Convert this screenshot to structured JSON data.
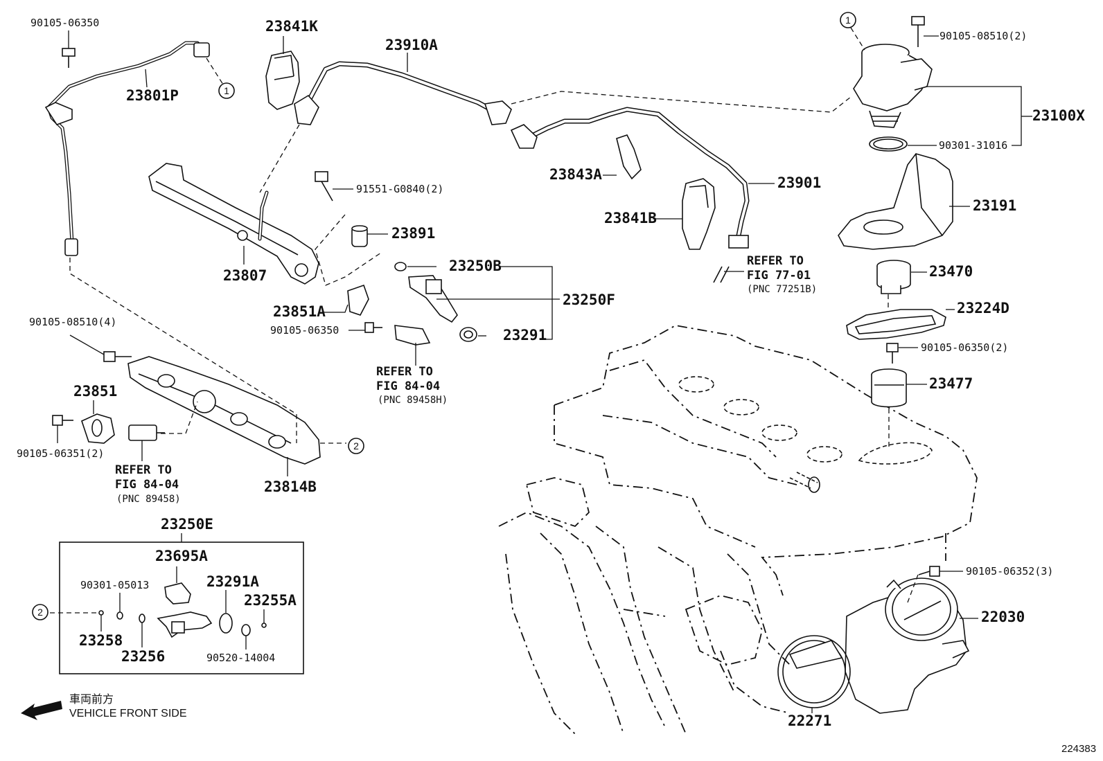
{
  "figure_number": "224383",
  "direction": {
    "japanese": "車両前方",
    "english": "VEHICLE FRONT SIDE"
  },
  "callouts": {
    "c1": "1",
    "c2": "2"
  },
  "parts": {
    "p_90105_06350_top": "90105-06350",
    "p_23801P": "23801P",
    "p_23841K": "23841K",
    "p_23910A": "23910A",
    "p_90105_08510_2": "90105-08510(2)",
    "p_23100X": "23100X",
    "p_90301_31016": "90301-31016",
    "p_23191": "23191",
    "p_23470": "23470",
    "p_23224D": "23224D",
    "p_90105_06350_2": "90105-06350(2)",
    "p_23477": "23477",
    "p_23843A": "23843A",
    "p_23901": "23901",
    "p_23841B": "23841B",
    "p_91551_G0840_2": "91551-G0840(2)",
    "p_23891": "23891",
    "p_23807": "23807",
    "p_23250B": "23250B",
    "p_23250F": "23250F",
    "p_23851A": "23851A",
    "p_90105_06350_mid": "90105-06350",
    "p_23291": "23291",
    "p_90105_08510_4": "90105-08510(4)",
    "p_23851": "23851",
    "p_90105_06351_2": "90105-06351(2)",
    "p_23814B": "23814B",
    "p_23250E": "23250E",
    "p_23695A": "23695A",
    "p_90301_05013": "90301-05013",
    "p_23291A": "23291A",
    "p_23255A": "23255A",
    "p_23258": "23258",
    "p_23256": "23256",
    "p_90520_14004": "90520-14004",
    "p_90105_06352_3": "90105-06352(3)",
    "p_22030": "22030",
    "p_22271": "22271"
  },
  "references": {
    "ref_77_01": {
      "line1": "REFER TO",
      "line2": "FIG 77-01",
      "pnc": "(PNC 77251B)"
    },
    "ref_84_04_mid": {
      "line1": "REFER TO",
      "line2": "FIG 84-04",
      "pnc": "(PNC 89458H)"
    },
    "ref_84_04_left": {
      "line1": "REFER TO",
      "line2": "FIG 84-04",
      "pnc": "(PNC 89458)"
    }
  }
}
